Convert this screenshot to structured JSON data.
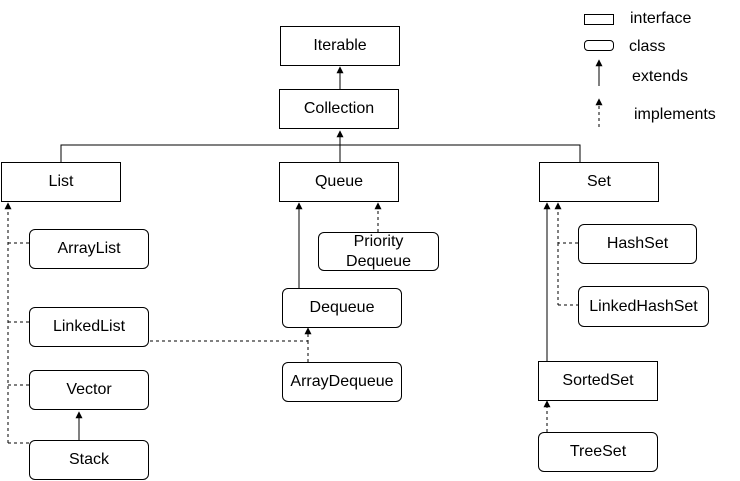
{
  "interfaces": {
    "iterable": "Iterable",
    "collection": "Collection",
    "list": "List",
    "queue": "Queue",
    "set": "Set",
    "dequeue": "Dequeue",
    "sorted_set": "SortedSet"
  },
  "classes": {
    "array_list": "ArrayList",
    "linked_list": "LinkedList",
    "vector": "Vector",
    "stack": "Stack",
    "priority_dequeue": "Priority Dequeue",
    "array_dequeue": "ArrayDequeue",
    "hash_set": "HashSet",
    "linked_hash_set": "LinkedHashSet",
    "tree_set": "TreeSet"
  },
  "legend": {
    "interface": "interface",
    "class": "class",
    "extends": "extends",
    "implements": "implements"
  },
  "colors": {
    "line": "#000000",
    "background": "#ffffff"
  }
}
